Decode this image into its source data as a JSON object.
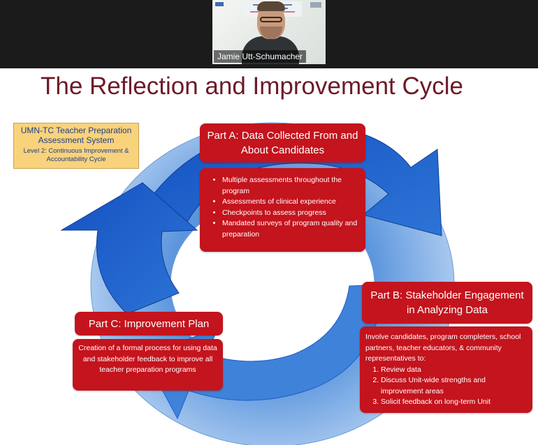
{
  "video_tile": {
    "participant_name": "Jamie Utt-Schumacher"
  },
  "slide": {
    "title": "The Reflection and Improvement Cycle",
    "info_box": {
      "line1": "UMN-TC Teacher Preparation",
      "line2": "Assessment System",
      "line3": "Level 2: Continuous Improvement &",
      "line4": "Accountability Cycle"
    },
    "part_a": {
      "title": "Part A: Data Collected From and About Candidates",
      "bullets": [
        "Multiple assessments throughout the program",
        "Assessments of clinical experience",
        "Checkpoints to assess progress",
        "Mandated surveys of program quality and preparation"
      ]
    },
    "part_b": {
      "title": "Part B: Stakeholder Engagement in Analyzing Data",
      "intro": "Involve candidates, program completers, school partners, teacher educators, & community representatives to:",
      "steps": [
        "Review data",
        "Discuss Unit-wide strengths and improvement areas",
        "Solicit feedback on long-term Unit"
      ]
    },
    "part_c": {
      "title": "Part C: Improvement Plan",
      "body": "Creation of a formal process for using data and stakeholder feedback to improve all teacher preparation programs"
    }
  },
  "colors": {
    "title": "#6d1a26",
    "red_box": "#c4141d",
    "arrow_light": "#8cb4e6",
    "arrow_dark": "#1d5fc8",
    "info_box_bg": "#f9d27c",
    "info_box_text": "#1f3f86",
    "topbar": "#1b1b1b"
  }
}
